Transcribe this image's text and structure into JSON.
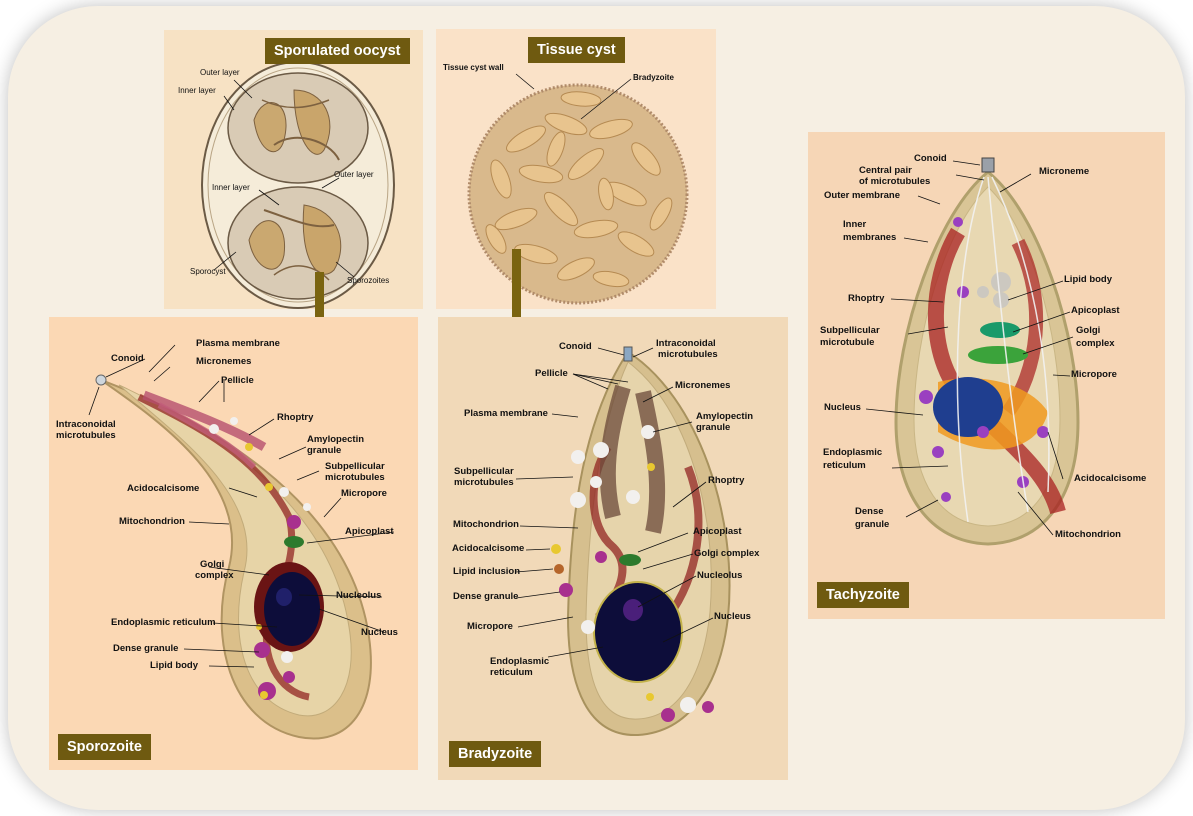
{
  "titles": {
    "sporulated_oocyst": "Sporulated oocyst",
    "tissue_cyst": "Tissue cyst",
    "sporozoite": "Sporozoite",
    "bradyzoite": "Bradyzoite",
    "tachyzoite": "Tachyzoite"
  },
  "oocyst_labels": {
    "outer_layer_top": "Outer layer",
    "inner_layer_top": "Inner layer",
    "inner_layer_bottom": "Inner layer",
    "outer_layer_bottom": "Outer layer",
    "sporocyst": "Sporocyst",
    "sporozoites": "Sporozoites"
  },
  "tissue_cyst_labels": {
    "wall": "Tissue cyst wall",
    "bradyzoite": "Bradyzoite"
  },
  "sporozoite_labels": {
    "plasma_membrane": "Plasma membrane",
    "conoid": "Conoid",
    "micronemes": "Micronemes",
    "pellicle": "Pellicle",
    "intraconoidal_1": "Intraconoidal",
    "intraconoidal_2": "microtubules",
    "rhoptry": "Rhoptry",
    "amylopectin_1": "Amylopectin",
    "amylopectin_2": "granule",
    "subpellicular_1": "Subpellicular",
    "subpellicular_2": "microtubules",
    "acidocalcisome": "Acidocalcisome",
    "micropore": "Micropore",
    "mitochondrion": "Mitochondrion",
    "apicoplast": "Apicoplast",
    "golgi_1": "Golgi",
    "golgi_2": "complex",
    "nucleolus": "Nucleolus",
    "endoplasmic_reticulum": "Endoplasmic reticulum",
    "nucleus": "Nucleus",
    "dense_granule": "Dense granule",
    "lipid_body": "Lipid body"
  },
  "bradyzoite_labels": {
    "conoid": "Conoid",
    "intraconoidal_1": "Intraconoidal",
    "intraconoidal_2": "microtubules",
    "pellicle": "Pellicle",
    "micronemes": "Micronemes",
    "plasma_membrane": "Plasma membrane",
    "amylopectin_1": "Amylopectin",
    "amylopectin_2": "granule",
    "subpellicular_1": "Subpellicular",
    "subpellicular_2": "microtubules",
    "rhoptry": "Rhoptry",
    "mitochondrion": "Mitochondrion",
    "apicoplast": "Apicoplast",
    "acidocalcisome": "Acidocalcisome",
    "golgi_complex": "Golgi complex",
    "lipid_inclusion": "Lipid  inclusion",
    "nucleolus": "Nucleolus",
    "dense_granule": "Dense granule",
    "nucleus": "Nucleus",
    "micropore": "Micropore",
    "endoplasmic_1": "Endoplasmic",
    "endoplasmic_2": "reticulum"
  },
  "tachyzoite_labels": {
    "conoid": "Conoid",
    "central_pair_1": "Central pair",
    "central_pair_2": "of microtubules",
    "microneme": "Microneme",
    "outer_membrane": "Outer membrane",
    "inner_membranes_1": "Inner",
    "inner_membranes_2": "membranes",
    "lipid_body": "Lipid body",
    "rhoptry": "Rhoptry",
    "apicoplast": "Apicoplast",
    "subpellicular_1": "Subpellicular",
    "subpellicular_2": "microtubule",
    "golgi_1": "Golgi",
    "golgi_2": "complex",
    "micropore": "Micropore",
    "nucleus": "Nucleus",
    "endoplasmic_1": "Endoplasmic",
    "endoplasmic_2": "reticulum",
    "acidocalcisome": "Acidocalcisome",
    "dense_granule_1": "Dense",
    "dense_granule_2": "granule",
    "mitochondrion": "Mitochondrion"
  },
  "colors": {
    "title_bg": "#6f5a10",
    "arrow": "#7a6410",
    "frame": "#f6efe3"
  }
}
